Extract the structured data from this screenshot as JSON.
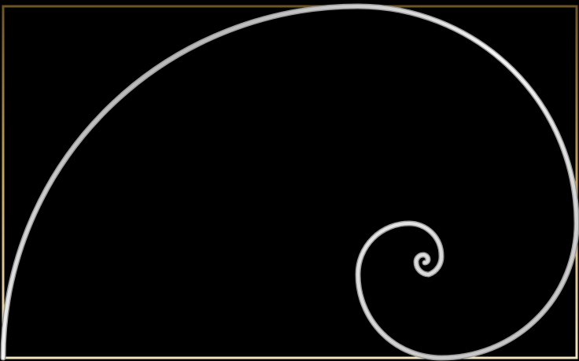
{
  "diagram": {
    "kind": "golden-spiral",
    "squares": [
      "square-large-left",
      "square-top-right",
      "square-bottom-right",
      "square-bottom-left-small",
      "square-small-top",
      "square-tiny-right",
      "square-tiny-center"
    ],
    "colors": {
      "background": "#000000",
      "frame_gold": "#b89a5c",
      "frame_highlight": "#e8d7a6",
      "spiral_silver": "#d9d9d9",
      "spiral_highlight": "#ffffff"
    }
  }
}
